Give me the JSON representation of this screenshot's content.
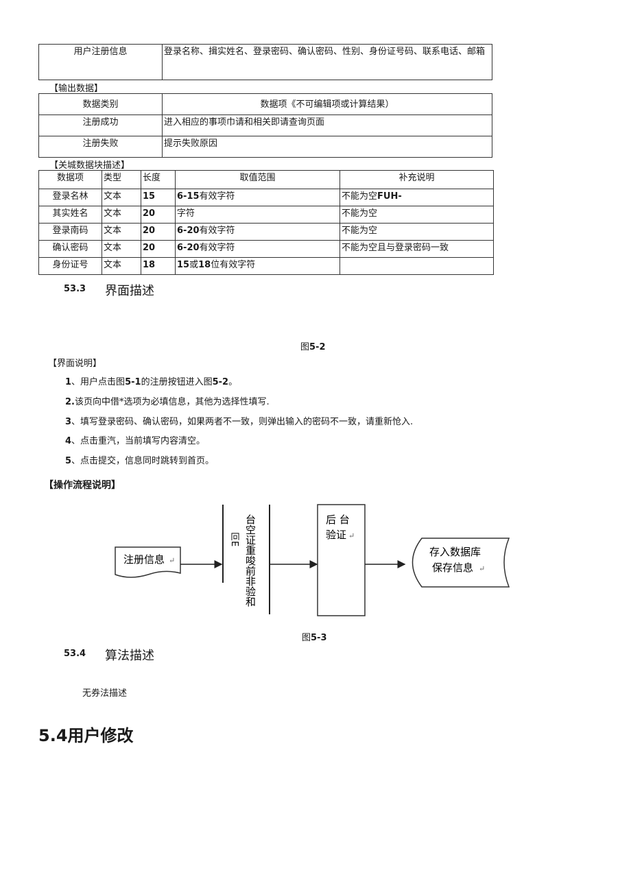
{
  "top_table": {
    "label": "用户注册信息",
    "value": "登录名称、揖实姓名、登录密码、确认密码、性别、身份证号码、联系电话、邮箱"
  },
  "output_section": {
    "heading": "【输出数据】",
    "col1_header": "数据类别",
    "col2_header": "数据项《不可编辑项或计算结果）",
    "rows": [
      {
        "category": "注册成功",
        "item": "进入相应的事项巾请和相关即请查询页面"
      },
      {
        "category": "注册失败",
        "item": "提示失败原因"
      }
    ]
  },
  "key_data_section": {
    "heading": "【关城数据块描述】",
    "headers": [
      "数据项",
      "类型",
      "长度",
      "取值范围",
      "补充说明"
    ],
    "rows": [
      {
        "item": "登录名林",
        "type": "文本",
        "length": "15",
        "range_num": "6-15",
        "range_text": "有效字符",
        "note_text": "不能为空",
        "note_bold": "FUH-"
      },
      {
        "item": "其实姓名",
        "type": "文本",
        "length": "20",
        "range_num": "",
        "range_text": "字符",
        "note_text": "不能为空",
        "note_bold": ""
      },
      {
        "item": "登录南码",
        "type": "文本",
        "length": "20",
        "range_num": "6-20",
        "range_text": "有效字符",
        "note_text": "不能为空",
        "note_bold": ""
      },
      {
        "item": "确认密码",
        "type": "文本",
        "length": "20",
        "range_num": "6-20",
        "range_text": "有效字符",
        "note_text": "不能为空且与登录密码一致",
        "note_bold": ""
      },
      {
        "item": "身份证号",
        "type": "文本",
        "length": "18",
        "range_num": "15",
        "range_text": "或",
        "range_num2": "18",
        "range_text2": "位有效字符",
        "note_text": "",
        "note_bold": ""
      }
    ]
  },
  "sec_533": {
    "num": "53.3",
    "title": "界面描述"
  },
  "fig52": {
    "prefix": "图",
    "num": "5-2"
  },
  "ui_desc": {
    "heading": "【界面说明】",
    "items": [
      {
        "n": "1",
        "a": "、用户点击图",
        "b": "5-1",
        "c": "的注册按钮进入图",
        "d": "5-2",
        "e": "。"
      },
      {
        "n": "2.",
        "a": "该页向中借*选项为必填信息，其他为选择性填写.",
        "b": "",
        "c": "",
        "d": "",
        "e": ""
      },
      {
        "n": "3",
        "a": "、填写登录密码、确认密码，如果两者不一致，则弹出输入的密码不一致，请重新怆入.",
        "b": "",
        "c": "",
        "d": "",
        "e": ""
      },
      {
        "n": "4",
        "a": "、点击重汽，当前填写内容清空。",
        "b": "",
        "c": "",
        "d": "",
        "e": ""
      },
      {
        "n": "5",
        "a": "、点击提交，信息同时跳转到首页。",
        "b": "",
        "c": "",
        "d": "",
        "e": ""
      }
    ]
  },
  "flow_heading": "【操作流程说明】",
  "flow": {
    "box1": "注册信息",
    "front_small": "叵E",
    "front_vertical": "台空证重唆前非验和",
    "box3_line1": "后 台",
    "box3_line2": "验证",
    "box4_line1": "存入数据库",
    "box4_line2": "保存信息",
    "return_mark": "↵"
  },
  "fig53": {
    "prefix": "图",
    "num": "5-3"
  },
  "sec_534": {
    "num": "53.4",
    "title": "算法描述"
  },
  "algo_text": "无券法描述",
  "sec_54": "5.4用户修改"
}
